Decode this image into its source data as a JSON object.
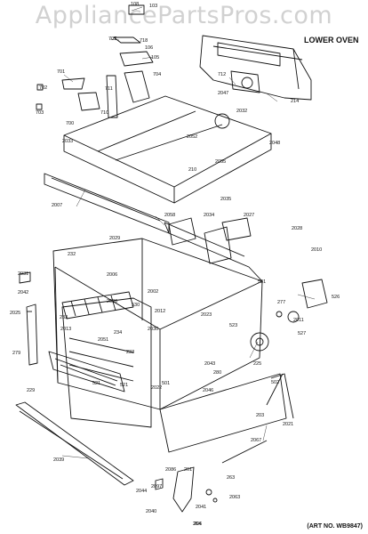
{
  "watermark": "AppliancePartsPros.com",
  "title": "LOWER OVEN",
  "art_no": "(ART NO. WB9847)",
  "part_labels": [
    "108",
    "103",
    "707",
    "718",
    "106",
    "105",
    "701",
    "704",
    "702",
    "703",
    "700",
    "710",
    "711",
    "712",
    "2047",
    "2048",
    "2032",
    "214",
    "2052",
    "2033",
    "2055",
    "210",
    "2035",
    "2007",
    "2058",
    "2034",
    "2027",
    "2028",
    "2029",
    "232",
    "2031",
    "2042",
    "2006",
    "2002",
    "530",
    "2012",
    "531",
    "2010",
    "2025",
    "233",
    "2023",
    "277",
    "2030",
    "2013",
    "2026",
    "2011",
    "527",
    "526",
    "225",
    "2043",
    "279",
    "280",
    "523",
    "229",
    "2046",
    "2051",
    "234",
    "521",
    "233",
    "501",
    "502",
    "203",
    "2022",
    "2039",
    "521",
    "2021",
    "2067",
    "2044",
    "2086",
    "2063",
    "2097",
    "261",
    "2041",
    "2040",
    "264",
    "263",
    "206"
  ]
}
